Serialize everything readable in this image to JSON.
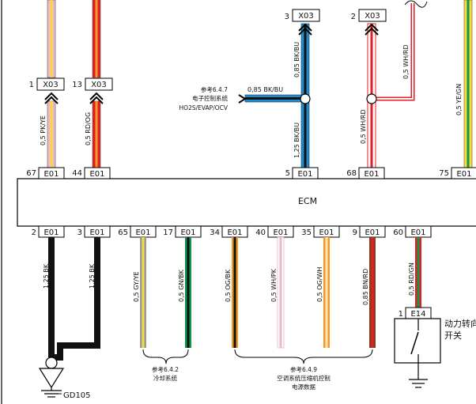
{
  "ecm": {
    "label": "ECM",
    "connector": "E01"
  },
  "colors": {
    "PK": "#f0b7c8",
    "YE": "#f4dd3a",
    "RD": "#e31e24",
    "OG": "#f39a1e",
    "BU": "#1a8fd6",
    "WH": "#ffffff",
    "GN": "#14964a",
    "BK": "#111111",
    "GY": "#9a9a9a",
    "BN": "#8b3a1e"
  },
  "top_wires": [
    {
      "pin": "67",
      "upstream_pin": "1",
      "upstream_conn": "X03",
      "label": "0,5 PK/YE",
      "stripes": [
        "PK",
        "YE"
      ]
    },
    {
      "pin": "44",
      "upstream_pin": "13",
      "upstream_conn": "X03",
      "label": "0,5 RD/OG",
      "stripes": [
        "RD",
        "OG"
      ]
    },
    {
      "pin": "5",
      "upstream_pin": "3",
      "upstream_conn": "X03",
      "label_upper": "0,85 BK/BU",
      "label_lower": "1,25 BK/BU",
      "stripes": [
        "BU",
        "BK"
      ]
    },
    {
      "pin": "68",
      "upstream_pin": "2",
      "upstream_conn": "X03",
      "label_upper": "0,5 WH/RD",
      "label_lower": "0,5 WH/RD",
      "label_branch": "0,5 WH/RD",
      "stripes": [
        "WH",
        "RD"
      ]
    },
    {
      "pin": "75",
      "label": "0,5 YE/GN",
      "stripes": [
        "YE",
        "GN"
      ]
    }
  ],
  "branch": {
    "label": "0,85 BK/BU",
    "ref_title": "参考6.4.7",
    "ref_sub": "电子控制系统",
    "ref_code": "HO2S/EVAP/OCV"
  },
  "bottom_wires": [
    {
      "pin": "2",
      "label": "1,25 BK",
      "stripes": [
        "BK",
        "BK"
      ]
    },
    {
      "pin": "3",
      "label": "1,25 BK",
      "stripes": [
        "BK",
        "BK"
      ]
    },
    {
      "pin": "65",
      "label": "0,5 GY/YE",
      "stripes": [
        "GY",
        "YE"
      ]
    },
    {
      "pin": "17",
      "label": "0,5 GN/BK",
      "stripes": [
        "GN",
        "BK"
      ]
    },
    {
      "pin": "34",
      "label": "0,5 OG/BK",
      "stripes": [
        "OG",
        "BK"
      ]
    },
    {
      "pin": "40",
      "label": "0,5 WH/PK",
      "stripes": [
        "WH",
        "PK"
      ]
    },
    {
      "pin": "35",
      "label": "0,5 OG/WH",
      "stripes": [
        "OG",
        "WH"
      ]
    },
    {
      "pin": "9",
      "label": "0,85 BN/RD",
      "stripes": [
        "BN",
        "RD"
      ]
    },
    {
      "pin": "60",
      "label": "0,5 RD/GN",
      "stripes": [
        "RD",
        "GN"
      ]
    }
  ],
  "ground": {
    "label": "GD105"
  },
  "ref_cooling": {
    "title": "参考6.4.2",
    "sub": "冷却系统"
  },
  "ref_ac": {
    "title": "参考6.4.9",
    "sub": "空调系统压缩机控制",
    "sub2": "电源数据"
  },
  "switch": {
    "pin": "1",
    "conn": "E14",
    "label1": "动力转向",
    "label2": "开关"
  }
}
